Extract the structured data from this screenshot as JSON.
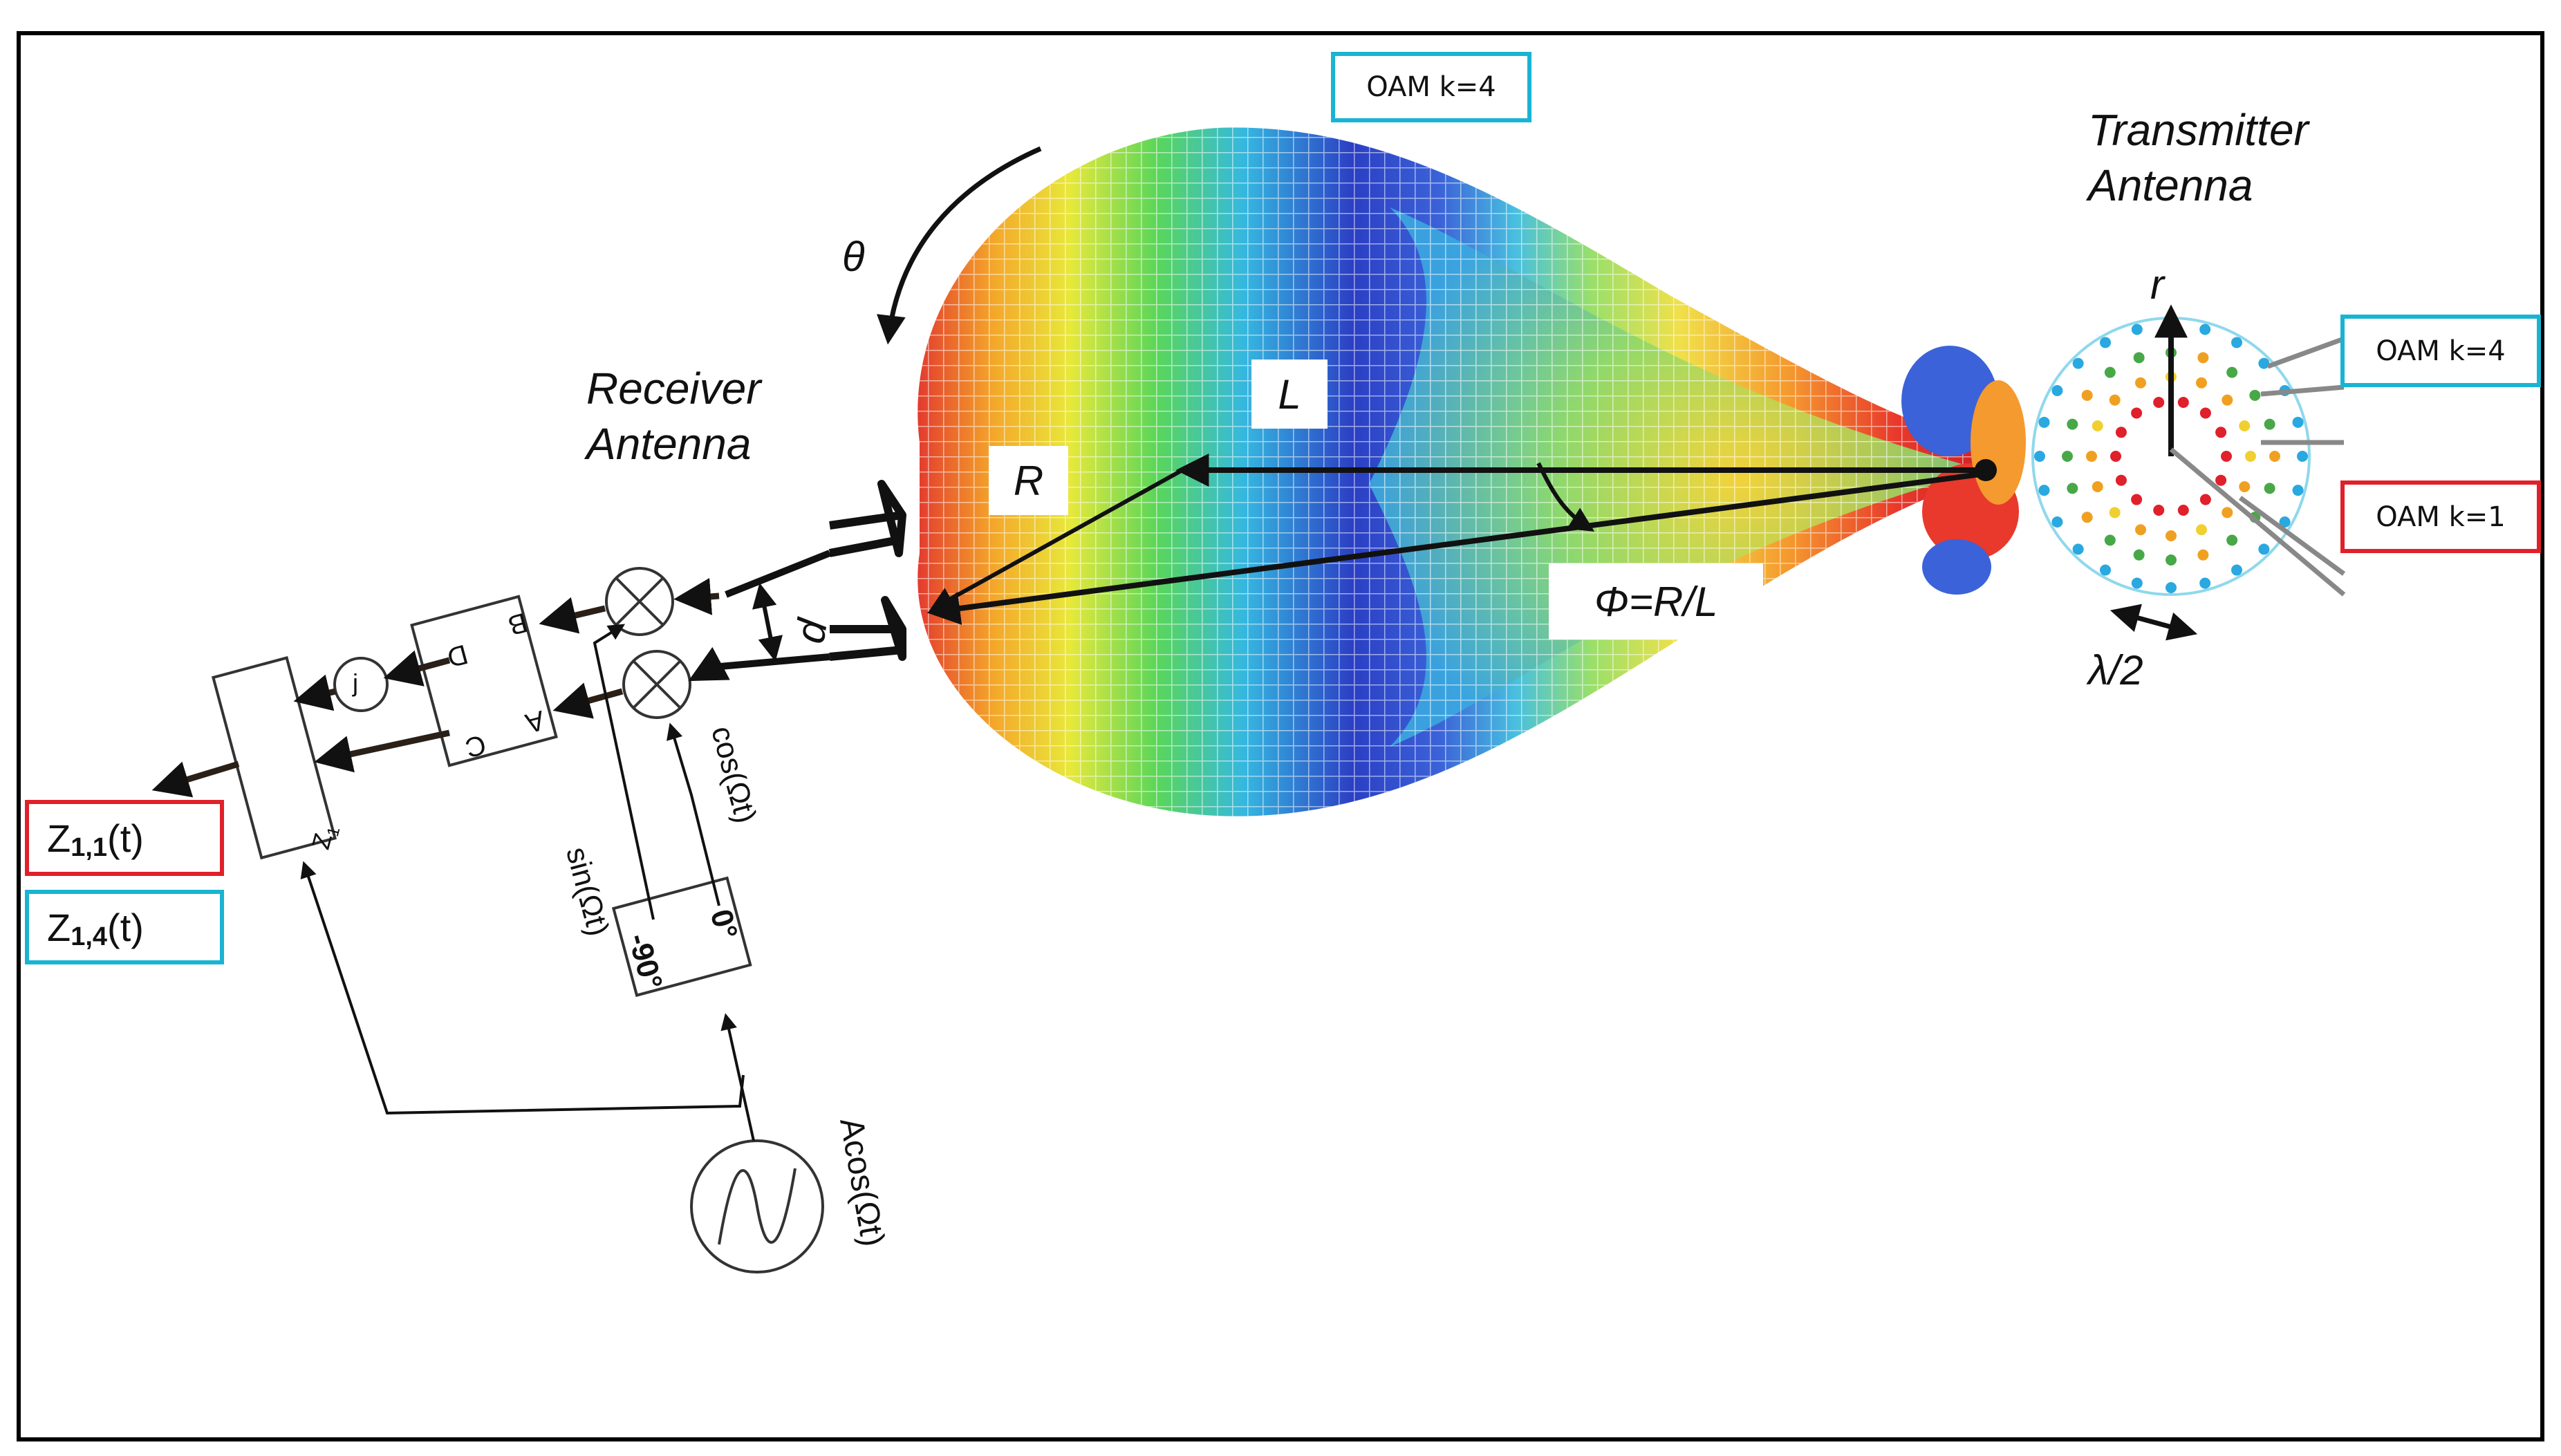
{
  "labels": {
    "oam_top": "OAM k=4",
    "oam_right_top": "OAM k=4",
    "oam_right_bottom": "OAM k=1",
    "transmitter": [
      "Transmitter",
      "Antenna"
    ],
    "receiver": [
      "Receiver",
      "Antenna"
    ],
    "theta": "θ",
    "L": "L",
    "R": "R",
    "d": "d",
    "phi": "Φ=R/L",
    "r": "r",
    "lambda": "λ/2",
    "z11": [
      "Z",
      "1,1",
      "(t)"
    ],
    "z14": [
      "Z",
      "1,4",
      "(t)"
    ],
    "z1": "Z",
    "z1_sub": "1",
    "sin": "sin(Ωt)",
    "cos": "cos(Ωt)",
    "zero_deg": "0°",
    "minus90_deg": "-90°",
    "acos": "Acos(Ωt)",
    "j": "j",
    "hybrid": {
      "a": "A",
      "b": "B",
      "c": "C",
      "d": "D"
    }
  },
  "colors": {
    "cyan": "#19b4d2",
    "red": "#e0202a"
  }
}
